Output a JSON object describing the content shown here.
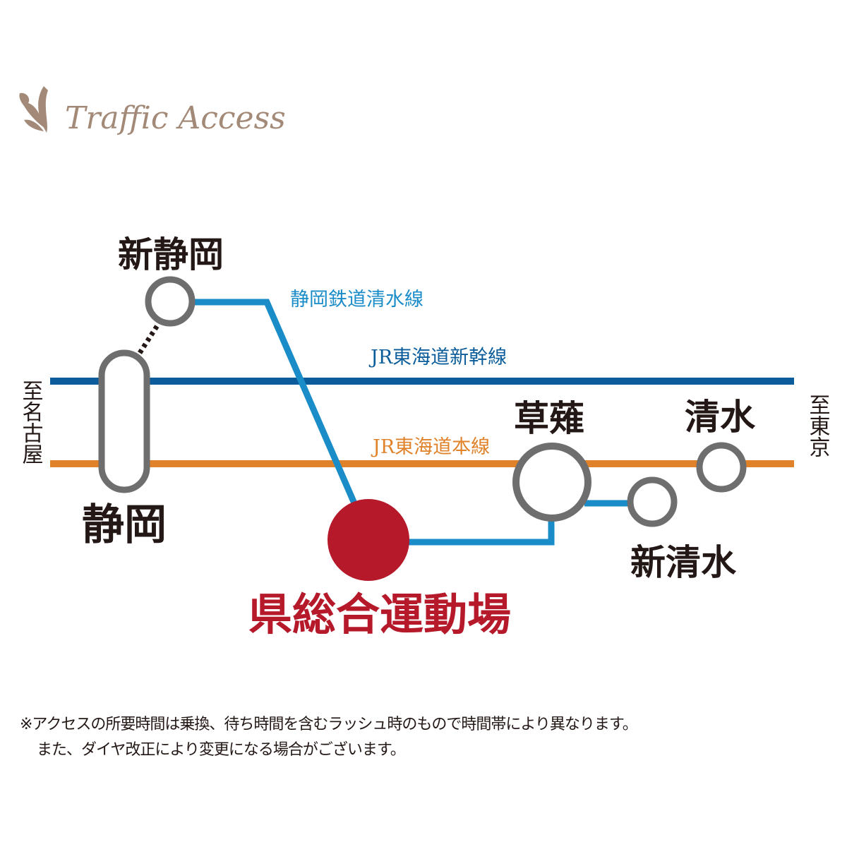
{
  "header": {
    "title": "Traffic Access",
    "icon": "leaf-ornament-icon"
  },
  "colors": {
    "accent": "#a38a78",
    "shizutetsu": "#1a8cc8",
    "shinkansen": "#0a5d9a",
    "tokaido": "#e0822a",
    "station": "#6e6e6e",
    "destination": "#b5192a",
    "text": "#231815"
  },
  "lines": {
    "shizutetsu": "静岡鉄道清水線",
    "shinkansen": "JR東海道新幹線",
    "tokaido": "JR東海道本線"
  },
  "directions": {
    "west": "至名古屋",
    "east": "至東京"
  },
  "stations": {
    "shin_shizuoka": "新静岡",
    "shizuoka": "静岡",
    "kusanagi": "草薙",
    "shimizu": "清水",
    "shin_shimizu": "新清水",
    "destination": "県総合運動場"
  },
  "notes": [
    "※アクセスの所要時間は乗換、待ち時間を含むラッシュ時のもので時間帯により異なります。",
    "また、ダイヤ改正により変更になる場合がございます。"
  ]
}
